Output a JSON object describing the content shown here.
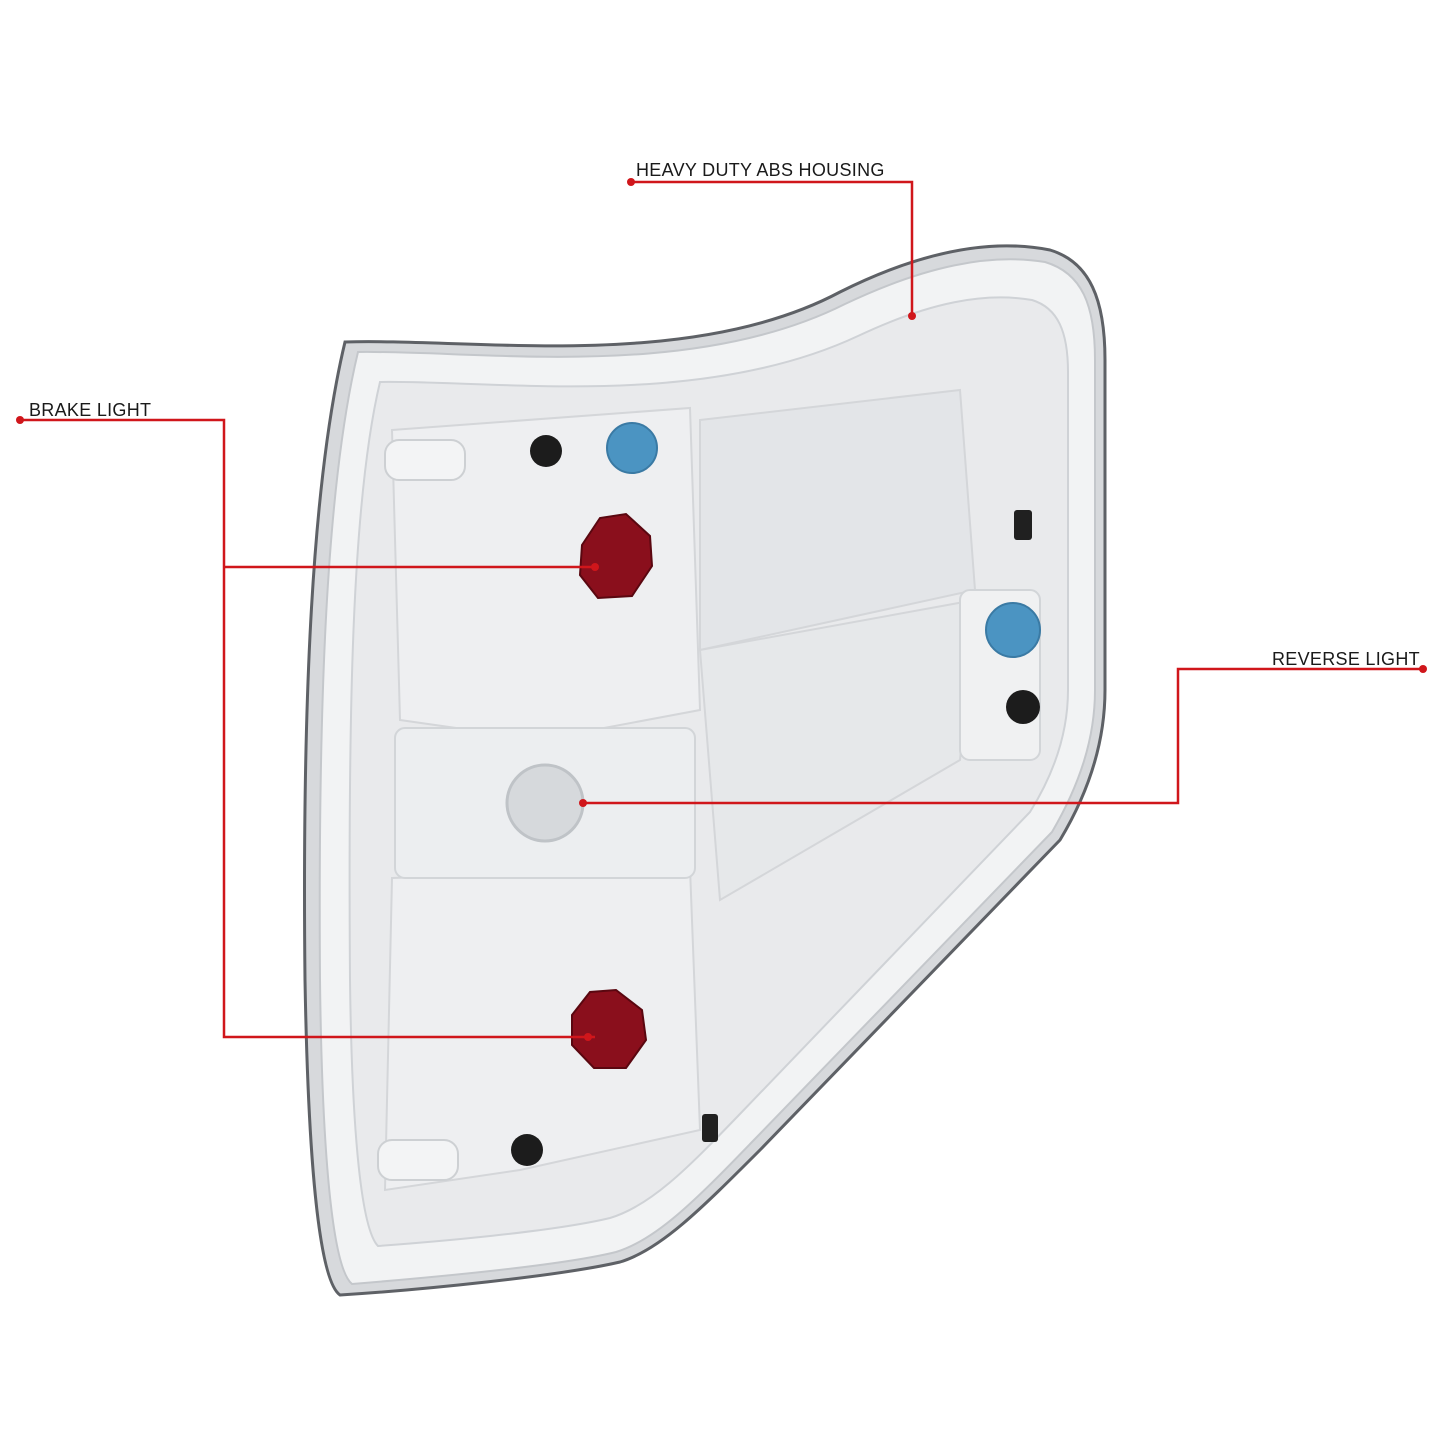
{
  "callouts": {
    "housing": "HEAVY DUTY ABS HOUSING",
    "brake": "BRAKE LIGHT",
    "reverse": "REVERSE LIGHT"
  },
  "colors": {
    "leader_line": "#d0161b",
    "housing_fill": "#e9eaec",
    "housing_edge": "#5e6166",
    "brake_socket": "#8a0f1c",
    "blue_plug": "#4b94c2",
    "black_grommet": "#1c1c1c"
  },
  "icons": [
    "tail-light-housing-illustration"
  ]
}
